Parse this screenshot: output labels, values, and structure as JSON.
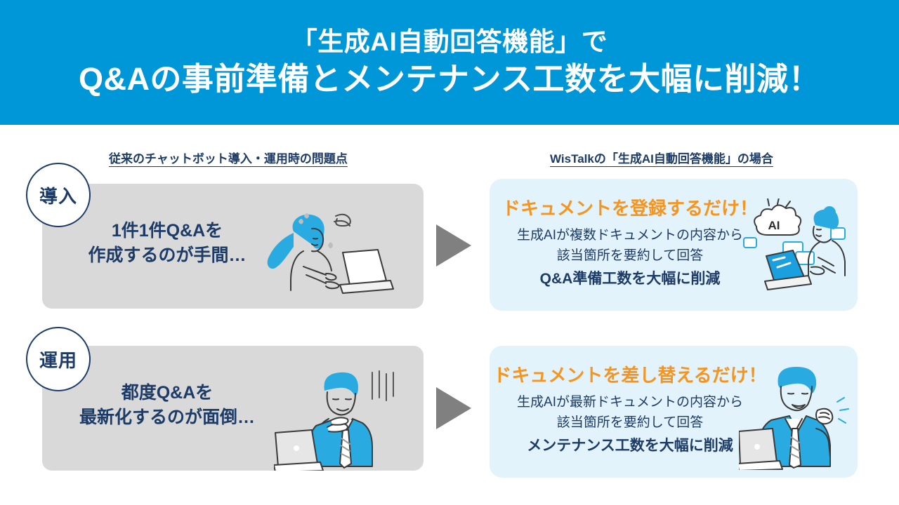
{
  "header": {
    "line1": "「生成AI自動回答機能」で",
    "line2": "Q&Aの事前準備とメンテナンス工数を大幅に削減！",
    "bg_color": "#0097d8",
    "text_color": "#ffffff"
  },
  "columns": {
    "left_heading": "従来のチャットボット導入・運用時の問題点",
    "right_heading": "WisTalkの「生成AI自動回答機能」の場合",
    "heading_color": "#1d3b67"
  },
  "rows": [
    {
      "stage_label": "導入",
      "problem": {
        "line1": "1件1件Q&Aを",
        "line2": "作成するのが手間…",
        "bg_color": "#d9d9d9",
        "text_color": "#1d3b67",
        "illustration": "woman-stressed-at-laptop-icon"
      },
      "arrow": "right-triangle-arrow-icon",
      "solution": {
        "headline": "ドキュメントを登録するだけ！",
        "body_line1": "生成AIが複数ドキュメントの内容から",
        "body_line2": "該当箇所を要約して回答",
        "body_line3": "Q&A準備工数を大幅に削減",
        "bg_color": "#e2f3fc",
        "headline_color": "#f7941d",
        "text_color": "#1d3b67",
        "illustration": "woman-with-ai-bubble-laptop-icon"
      }
    },
    {
      "stage_label": "運用",
      "problem": {
        "line1": "都度Q&Aを",
        "line2": "最新化するのが面倒…",
        "bg_color": "#d9d9d9",
        "text_color": "#1d3b67",
        "illustration": "man-troubled-at-laptop-icon"
      },
      "arrow": "right-triangle-arrow-icon",
      "solution": {
        "headline": "ドキュメントを差し替えるだけ！",
        "body_line1": "生成AIが最新ドキュメントの内容から",
        "body_line2": "該当箇所を要約して回答",
        "body_line3": "メンテナンス工数を大幅に削減",
        "bg_color": "#e2f3fc",
        "headline_color": "#f7941d",
        "text_color": "#1d3b67",
        "illustration": "man-celebrating-with-laptop-icon"
      }
    }
  ],
  "palette": {
    "brand_blue": "#0097d8",
    "navy": "#1d3b67",
    "orange": "#f7941d",
    "gray_panel": "#d9d9d9",
    "light_blue_card": "#e2f3fc",
    "arrow_gray": "#808080",
    "illustration_blue": "#29abe2"
  }
}
